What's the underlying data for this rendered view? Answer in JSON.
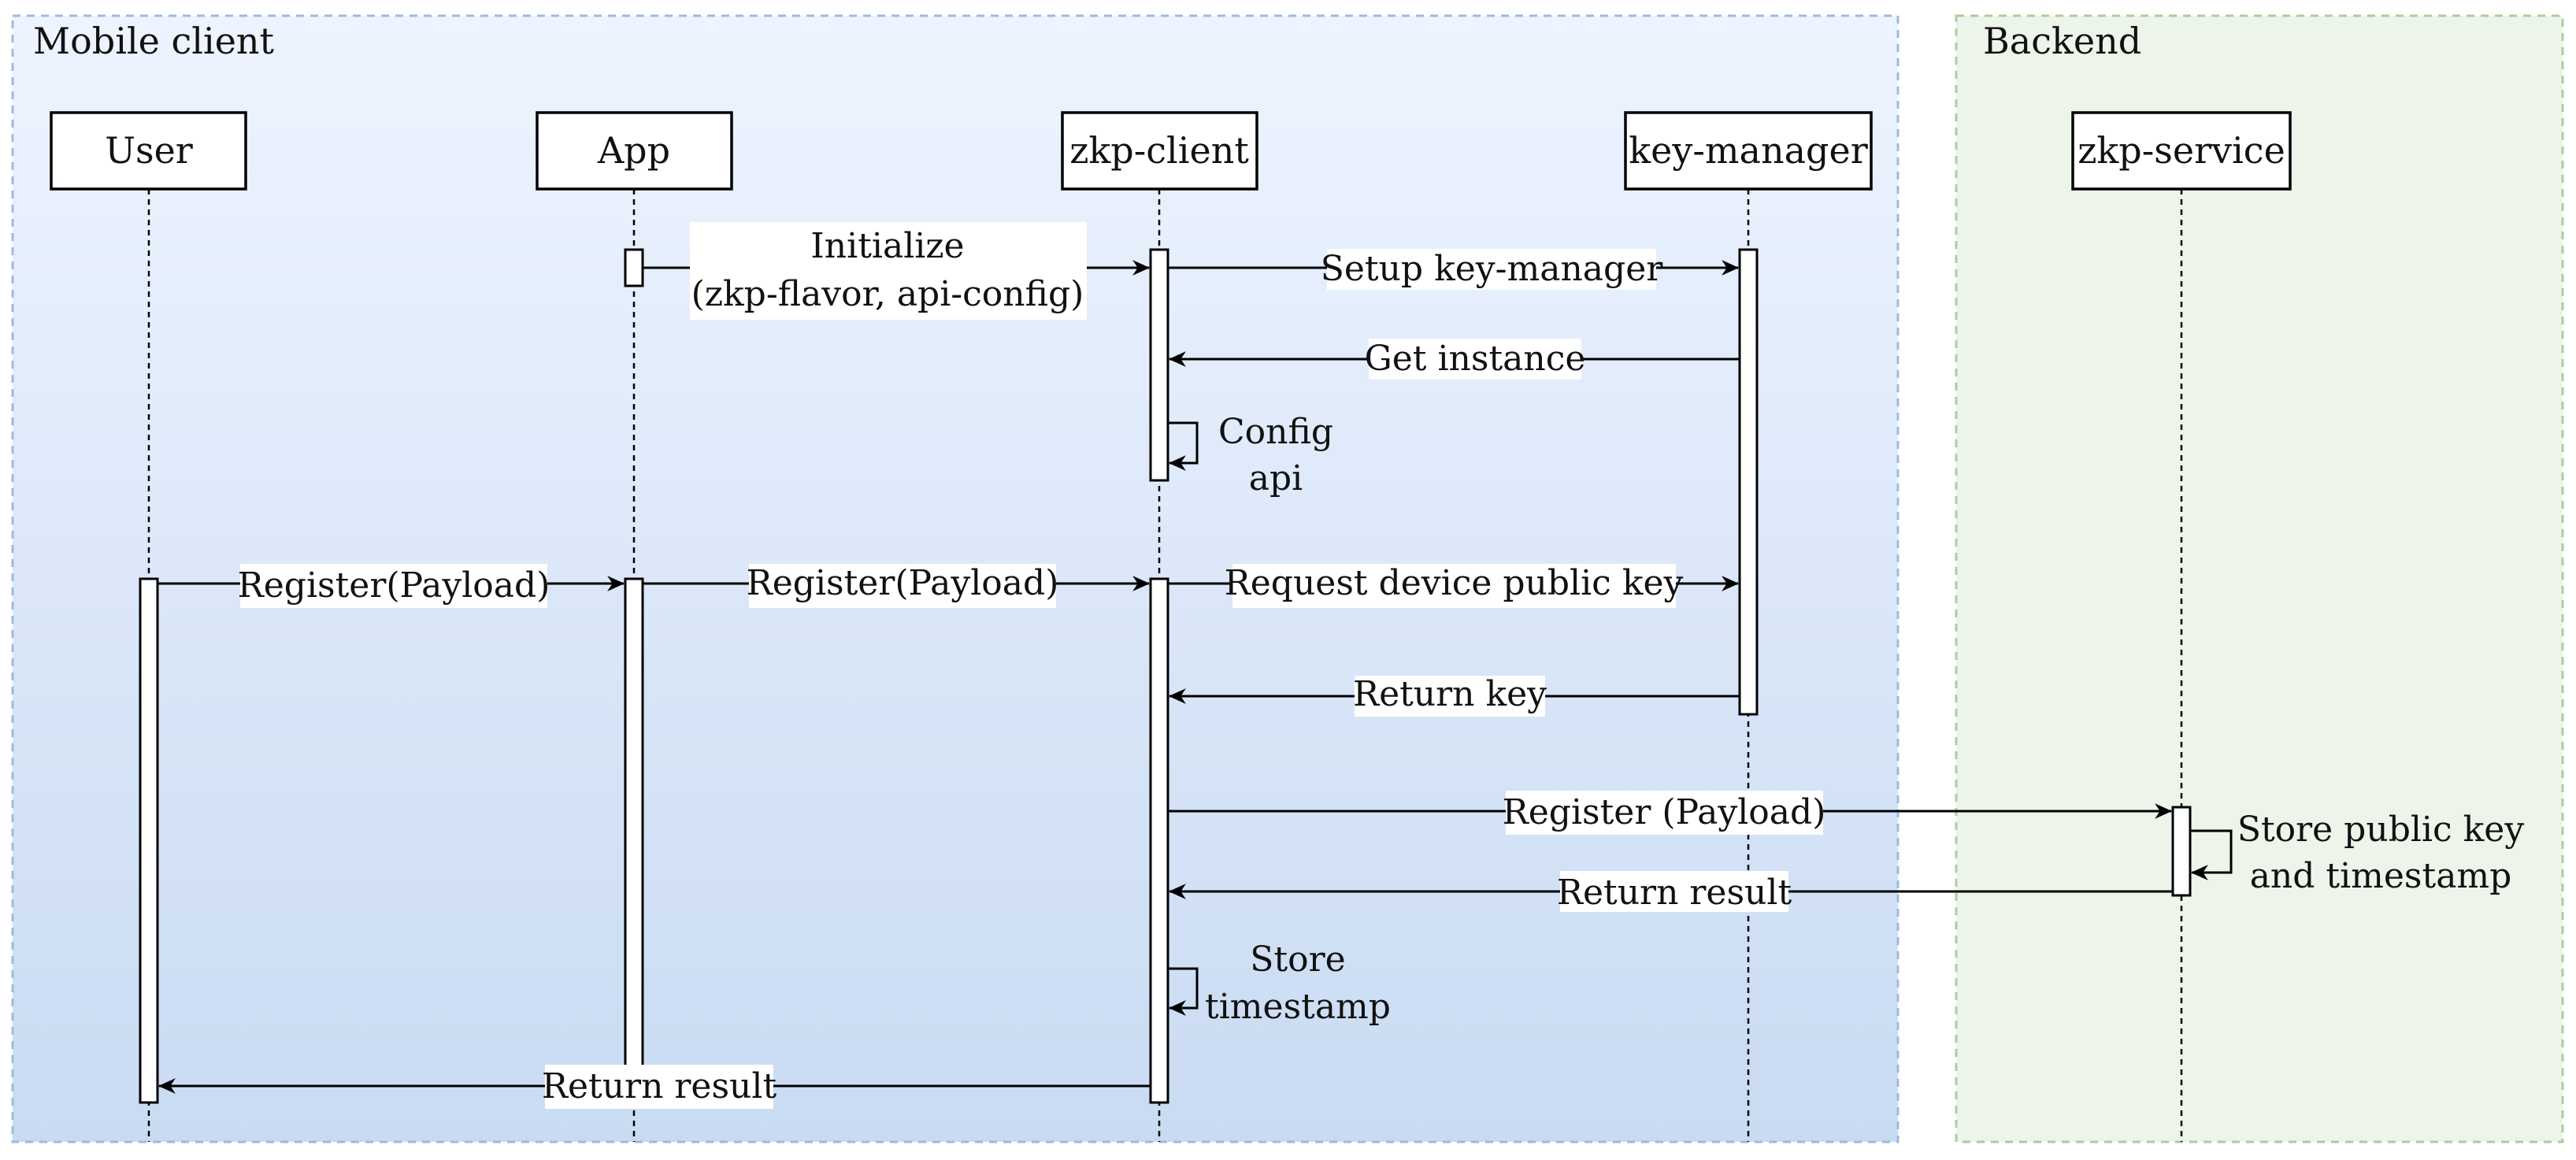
{
  "groups": {
    "mobile": {
      "label": "Mobile client"
    },
    "backend": {
      "label": "Backend"
    }
  },
  "participants": {
    "user": "User",
    "app": "App",
    "zkp_client": "zkp-client",
    "key_manager": "key-manager",
    "zkp_service": "zkp-service"
  },
  "messages": {
    "initialize": [
      "Initialize",
      "(zkp-flavor, api-config)"
    ],
    "setup": "Setup key-manager",
    "get_instance": "Get instance",
    "config_api": [
      "Config",
      "api"
    ],
    "register_user": "Register(Payload)",
    "register_app": "Register(Payload)",
    "request_key": "Request device public key",
    "return_key": "Return key",
    "register_backend": "Register (Payload)",
    "store_public": [
      "Store public key",
      "and timestamp"
    ],
    "return_result_backend": "Return result",
    "store_timestamp": [
      "Store",
      "timestamp"
    ],
    "return_result_user": "Return result"
  },
  "colors": {
    "mobile_fill_top": "#eef4ff",
    "mobile_fill_bottom": "#c9dbf2",
    "mobile_border": "#9dbbe0",
    "backend_fill": "#edf4ea",
    "backend_border": "#a9cf9a",
    "line": "#000000"
  }
}
